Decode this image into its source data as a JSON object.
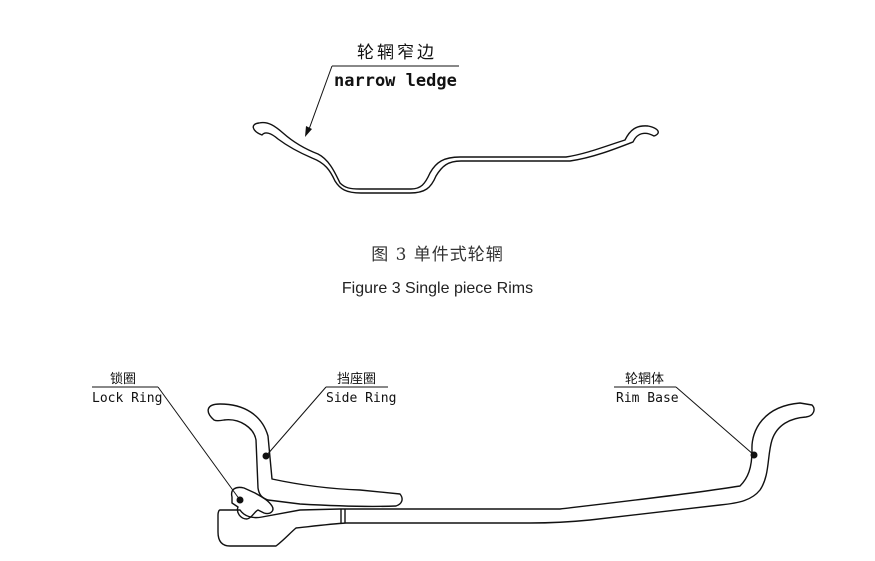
{
  "figure3": {
    "label_cn": "轮辋窄边",
    "label_en": "narrow ledge",
    "caption_cn": "图 3  单件式轮辋",
    "caption_en": "Figure 3 Single piece Rims"
  },
  "figure4": {
    "lock_ring": {
      "cn": "锁圈",
      "en": "Lock Ring"
    },
    "side_ring": {
      "cn": "挡座圈",
      "en": "Side Ring"
    },
    "rim_base": {
      "cn": "轮辋体",
      "en": "Rim Base"
    }
  },
  "colors": {
    "line": "#111111",
    "caption": "#333333"
  }
}
